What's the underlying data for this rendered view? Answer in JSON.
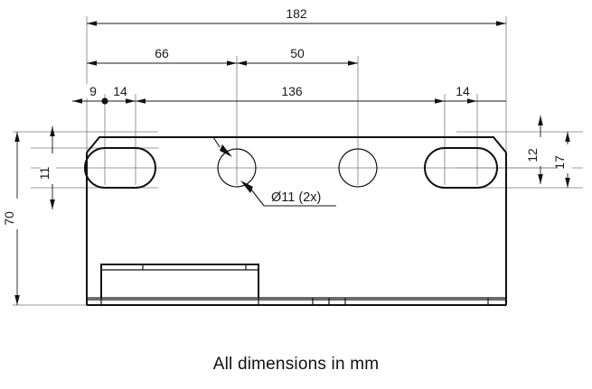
{
  "drawing": {
    "title": "Mounting bracket dimensioned drawing",
    "caption": "All dimensions in mm",
    "units": "mm",
    "colors": {
      "part_outline": "#111111",
      "dimension_line": "#1a1a1a",
      "extension_line": "#7a7a7a",
      "background": "#ffffff"
    },
    "horizontal_dimensions": [
      {
        "name": "overall-length",
        "value": "182"
      },
      {
        "name": "left-to-center-hole",
        "value": "66"
      },
      {
        "name": "center-hole-to-right-hole",
        "value": "50"
      },
      {
        "name": "left-edge-to-slot",
        "value": "9"
      },
      {
        "name": "slot-length-left",
        "value": "14"
      },
      {
        "name": "slot-center-to-slot-center",
        "value": "136"
      },
      {
        "name": "slot-length-right",
        "value": "14"
      }
    ],
    "vertical_dimensions": [
      {
        "name": "overall-height",
        "value": "70"
      },
      {
        "name": "slot-height",
        "value": "11"
      },
      {
        "name": "edge-to-slot-center",
        "value": "12"
      },
      {
        "name": "edge-to-lower-slot-edge",
        "value": "17"
      }
    ],
    "callouts": [
      {
        "name": "hole-diameter-callout",
        "value": "Ø11 (2x)"
      }
    ]
  }
}
